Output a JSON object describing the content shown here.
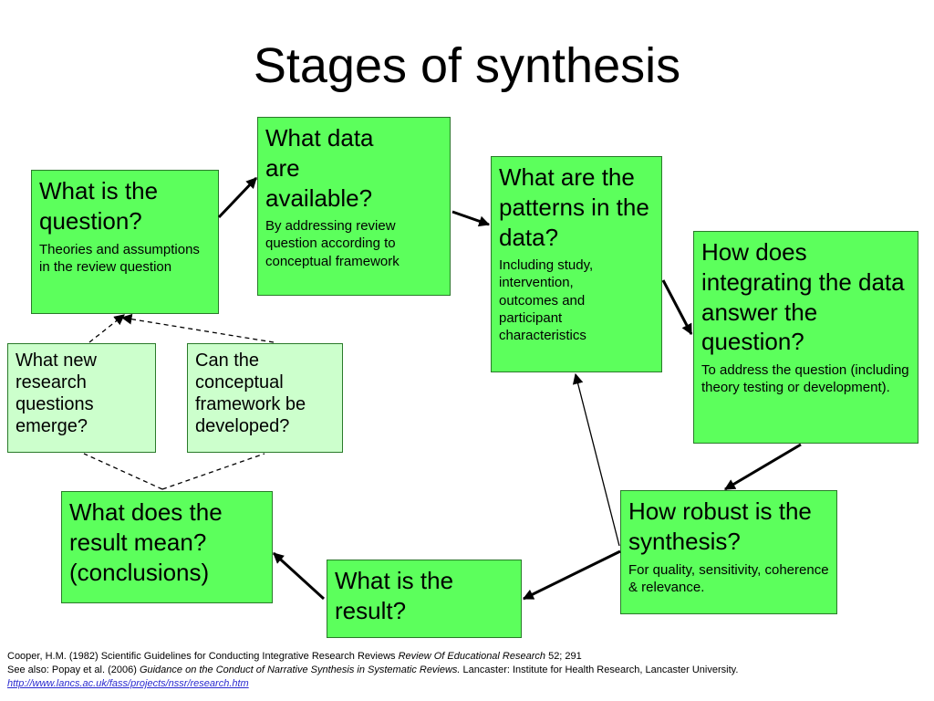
{
  "title": "Stages of synthesis",
  "nodes": {
    "question": {
      "heading": "What is the question?",
      "detail": "Theories and assumptions in  the review question"
    },
    "data": {
      "heading": "What data are available?",
      "detail": "By addressing review question according to conceptual framework"
    },
    "patterns": {
      "heading": "What are the patterns in the data?",
      "detail": "Including study, intervention, outcomes and participant characteristics"
    },
    "integrating": {
      "heading": "How does integrating the data answer the question?",
      "detail": "To address the question (including theory testing or development)."
    },
    "robust": {
      "heading": "How robust is the synthesis?",
      "detail": "For quality, sensitivity, coherence & relevance."
    },
    "result": {
      "heading": "What is the result?"
    },
    "meaning": {
      "heading": "What does the result mean? (conclusions)"
    },
    "new_questions": {
      "heading": "What new research questions emerge?"
    },
    "framework": {
      "heading": "Can the conceptual framework be developed?"
    }
  },
  "references": {
    "cooper_plain": "Cooper, H.M. (1982) Scientific Guidelines for Conducting Integrative Research Reviews ",
    "cooper_journal": "Review Of Educational Research",
    "cooper_tail": " 52; 291",
    "popay_plain": "See also: Popay et al. (2006) ",
    "popay_title": "Guidance on the Conduct of Narrative Synthesis in Systematic Reviews.",
    "popay_tail": " Lancaster: Institute for Health Research, Lancaster University.",
    "url": "http://www.lancs.ac.uk/fass/projects/nssr/research.htm"
  },
  "colors": {
    "box_fill": "#5cff5c",
    "box_light_fill": "#ccffcc",
    "link": "#2a2ad0"
  }
}
